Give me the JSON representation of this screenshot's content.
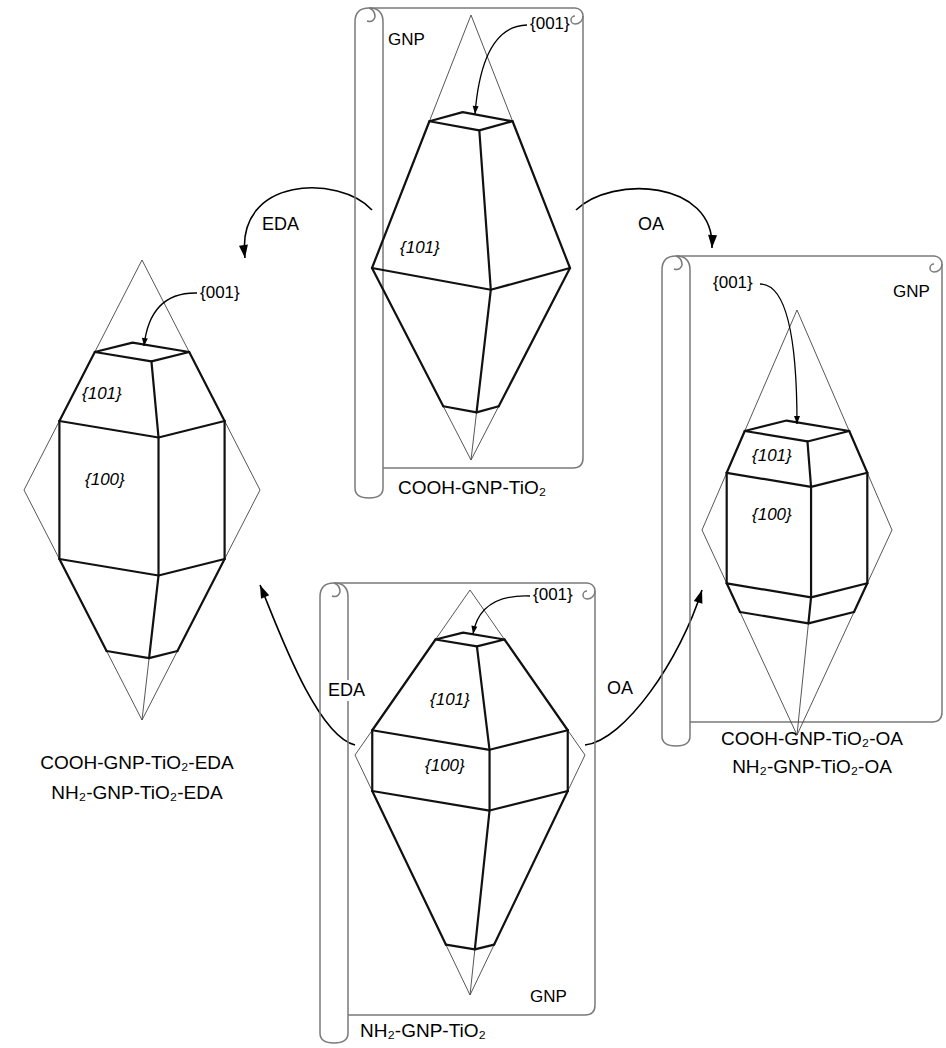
{
  "diagram": {
    "nodes": [
      {
        "text": [
          "GNP",
          "COOH-GNP-TiO₂"
        ]
      },
      {
        "text": [
          "{001}",
          "{101}"
        ],
        "in": 0
      },
      {
        "text": [
          "{001}",
          "{101}",
          "{100}",
          "COOH-GNP-TiO₂-EDA",
          "NH₂-GNP-TiO₂-EDA"
        ]
      },
      {
        "text": [
          "GNP",
          "NH₂-GNP-TiO₂"
        ]
      },
      {
        "text": [
          "{001}",
          "{101}",
          "{100}"
        ],
        "in": 3
      },
      {
        "text": [
          "GNP",
          "COOH-GNP-TiO₂-OA",
          "NH₂-GNP-TiO₂-OA"
        ]
      },
      {
        "text": [
          "{001}",
          "{101}",
          "{100}"
        ],
        "in": 5
      }
    ],
    "edges": [
      {
        "from": 1,
        "to": 2,
        "label": "EDA",
        "arrow": "to"
      },
      {
        "from": 1,
        "to": 5,
        "label": "OA",
        "arrow": "to"
      },
      {
        "from": 4,
        "to": 2,
        "label": "EDA",
        "arrow": "to"
      },
      {
        "from": 4,
        "to": 6,
        "label": "OA",
        "arrow": "to"
      }
    ]
  }
}
